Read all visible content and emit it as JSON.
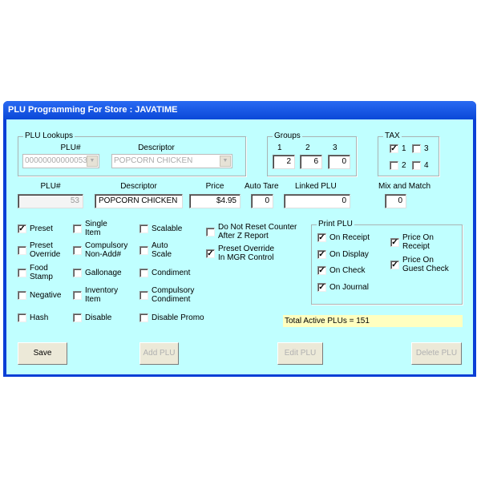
{
  "window": {
    "title": "PLU Programming For Store :  JAVATIME"
  },
  "lookups": {
    "label": "PLU Lookups",
    "plu_label": "PLU#",
    "plu_value": "00000000000053",
    "desc_label": "Descriptor",
    "desc_value": "POPCORN CHICKEN"
  },
  "groups": {
    "label": "Groups",
    "labels": [
      "1",
      "2",
      "3"
    ],
    "values": [
      "2",
      "6",
      "0"
    ]
  },
  "tax": {
    "label": "TAX",
    "items": [
      {
        "label": "1",
        "checked": true
      },
      {
        "label": "3",
        "checked": false
      },
      {
        "label": "2",
        "checked": false
      },
      {
        "label": "4",
        "checked": false
      }
    ]
  },
  "fields": {
    "plu_label": "PLU#",
    "plu_value": "53",
    "desc_label": "Descriptor",
    "desc_value": "POPCORN CHICKEN",
    "price_label": "Price",
    "price_value": "$4.95",
    "autotare_label": "Auto Tare",
    "autotare_value": "0",
    "linked_label": "Linked PLU",
    "linked_value": "0",
    "mix_label": "Mix and Match",
    "mix_value": "0"
  },
  "options": [
    {
      "label": "Preset",
      "checked": true
    },
    {
      "label": "Preset\nOverride",
      "checked": false
    },
    {
      "label": "Food\nStamp",
      "checked": false
    },
    {
      "label": "Negative",
      "checked": false
    },
    {
      "label": "Hash",
      "checked": false
    },
    {
      "label": "Single\nItem",
      "checked": false
    },
    {
      "label": "Compulsory\nNon-Add#",
      "checked": false
    },
    {
      "label": "Gallonage",
      "checked": false
    },
    {
      "label": "Inventory\nItem",
      "checked": false
    },
    {
      "label": "Disable",
      "checked": false
    },
    {
      "label": "Scalable",
      "checked": false
    },
    {
      "label": "Auto\nScale",
      "checked": false
    },
    {
      "label": "Condiment",
      "checked": false
    },
    {
      "label": "Compulsory\nCondiment",
      "checked": false
    },
    {
      "label": "Disable Promo",
      "checked": false
    },
    {
      "label": "Do Not Reset Counter\nAfter Z Report",
      "checked": false
    },
    {
      "label": "Preset Override\nIn MGR Control",
      "checked": true
    }
  ],
  "print_plu": {
    "label": "Print PLU",
    "items": [
      {
        "label": "On Receipt",
        "checked": true
      },
      {
        "label": "On Display",
        "checked": true
      },
      {
        "label": "On Check",
        "checked": true
      },
      {
        "label": "On Journal",
        "checked": true
      },
      {
        "label": "Price On\nReceipt",
        "checked": true
      },
      {
        "label": "Price On\nGuest Check",
        "checked": true
      }
    ]
  },
  "status": {
    "total": "Total Active PLUs = 151",
    "color": "#ffffc0"
  },
  "buttons": {
    "save": "Save",
    "add": "Add PLU",
    "edit": "Edit PLU",
    "delete": "Delete  PLU"
  }
}
